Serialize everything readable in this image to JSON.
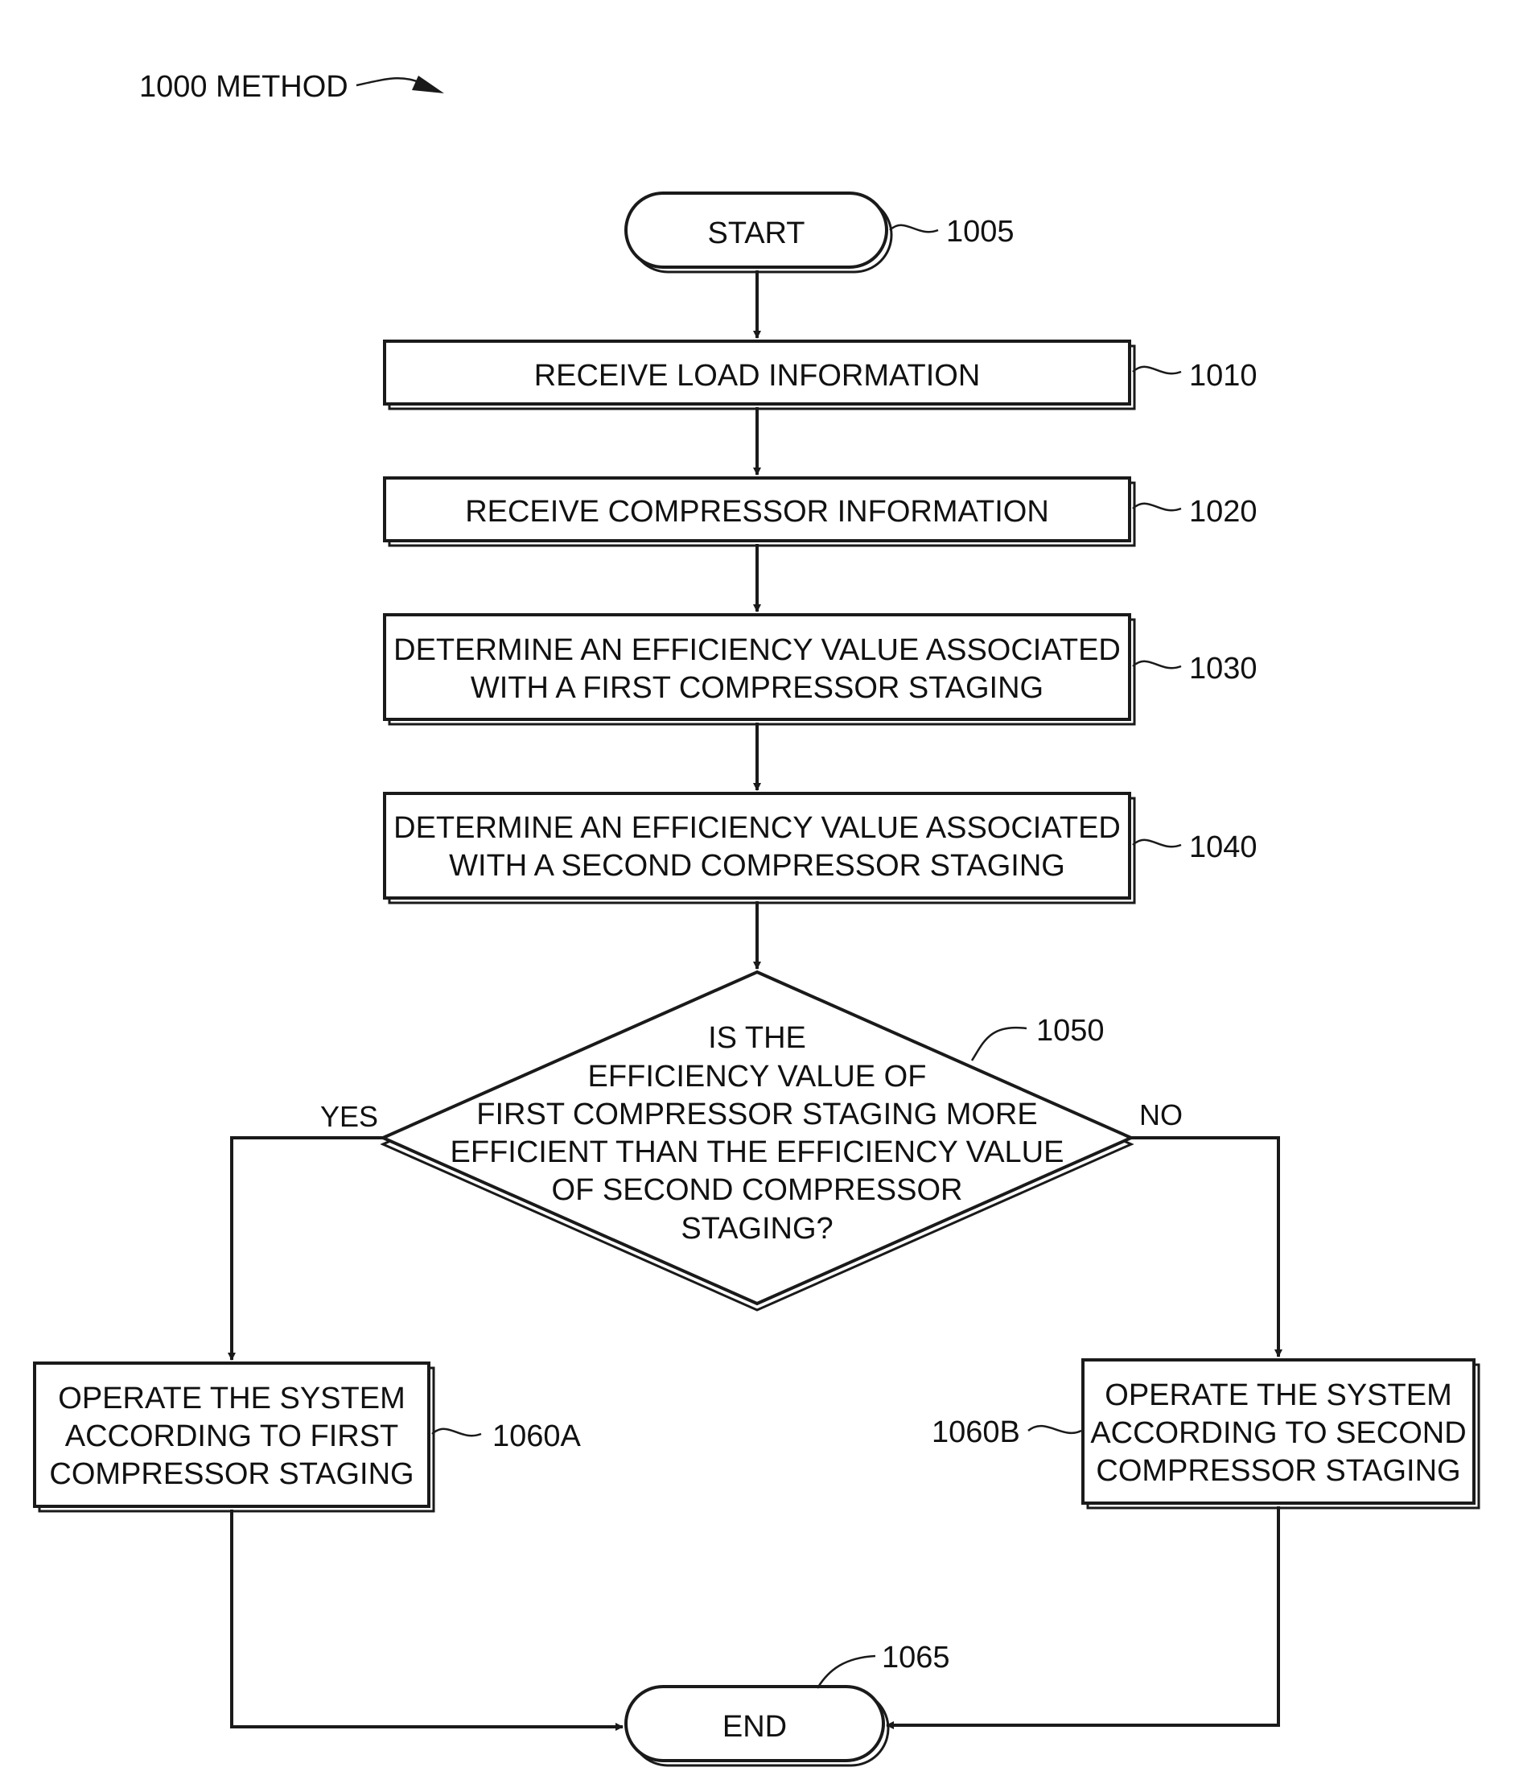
{
  "header": {
    "label": "1000 METHOD"
  },
  "start": {
    "label": "START",
    "ref": "1005"
  },
  "steps": [
    {
      "ref": "1010",
      "lines": [
        "RECEIVE LOAD INFORMATION"
      ]
    },
    {
      "ref": "1020",
      "lines": [
        "RECEIVE COMPRESSOR INFORMATION"
      ]
    },
    {
      "ref": "1030",
      "lines": [
        "DETERMINE AN EFFICIENCY VALUE ASSOCIATED",
        "WITH A FIRST COMPRESSOR STAGING"
      ]
    },
    {
      "ref": "1040",
      "lines": [
        "DETERMINE AN EFFICIENCY VALUE ASSOCIATED",
        "WITH A SECOND COMPRESSOR STAGING"
      ]
    }
  ],
  "decision": {
    "ref": "1050",
    "lines": [
      "IS THE",
      "EFFICIENCY VALUE OF",
      "FIRST COMPRESSOR STAGING MORE",
      "EFFICIENT THAN THE EFFICIENCY VALUE",
      "OF SECOND COMPRESSOR",
      "STAGING?"
    ],
    "yes_label": "YES",
    "no_label": "NO"
  },
  "branches": {
    "yes": {
      "ref": "1060A",
      "lines": [
        "OPERATE THE SYSTEM",
        "ACCORDING TO FIRST",
        "COMPRESSOR STAGING"
      ]
    },
    "no": {
      "ref": "1060B",
      "lines": [
        "OPERATE THE SYSTEM",
        "ACCORDING TO SECOND",
        "COMPRESSOR STAGING"
      ]
    }
  },
  "end": {
    "label": "END",
    "ref": "1065"
  }
}
